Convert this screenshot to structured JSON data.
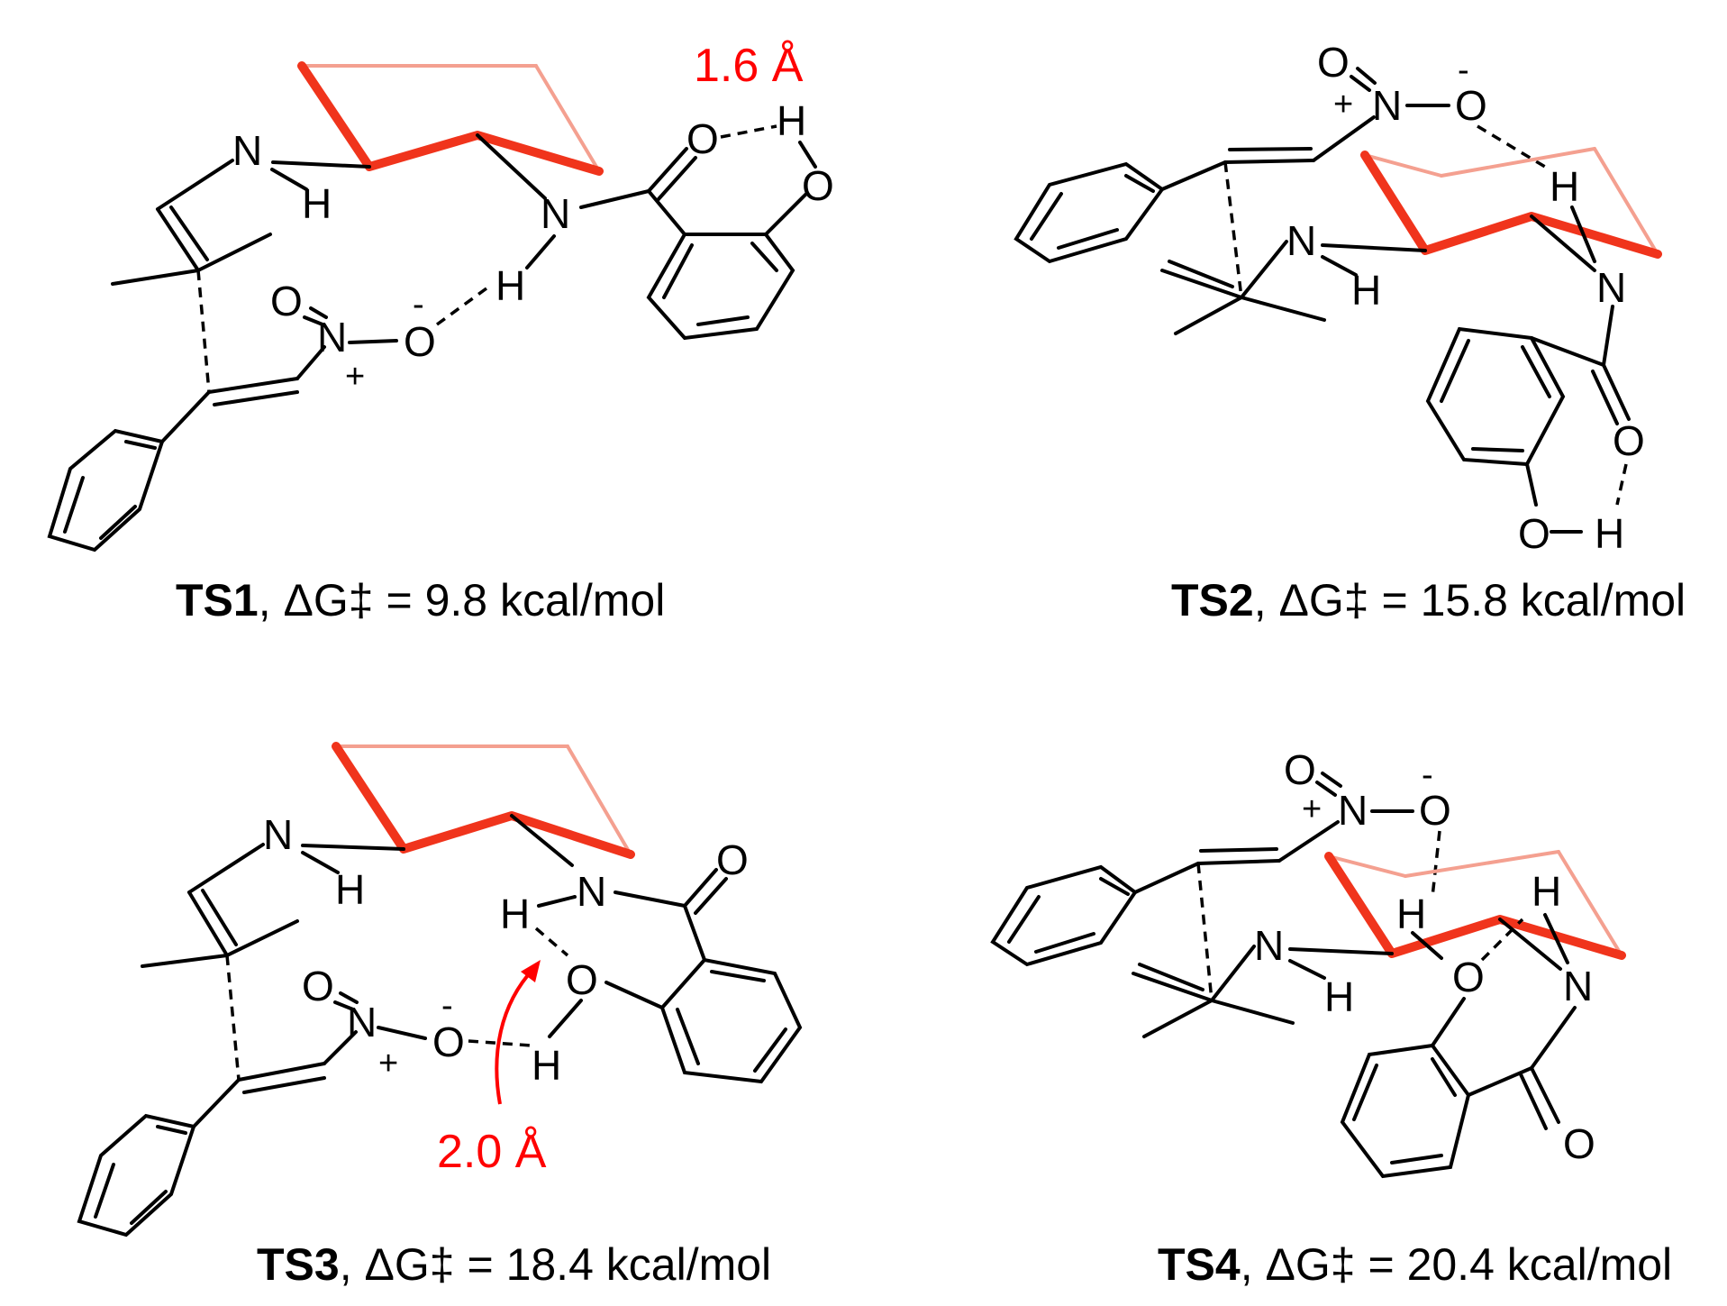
{
  "atoms": {
    "nitrogen": "N",
    "hydrogen": "H",
    "oxygen": "O",
    "plus": "+",
    "minus": "-"
  },
  "structures": [
    {
      "id": "TS1",
      "label": "TS1",
      "energy_text": ", ΔG‡ = 9.8 kcal/mol",
      "annotation": "1.6 Å"
    },
    {
      "id": "TS2",
      "label": "TS2",
      "energy_text": ", ΔG‡ = 15.8 kcal/mol"
    },
    {
      "id": "TS3",
      "label": "TS3",
      "energy_text": ", ΔG‡ = 18.4 kcal/mol",
      "annotation": "2.0 Å"
    },
    {
      "id": "TS4",
      "label": "TS4",
      "energy_text": ", ΔG‡ = 20.4 kcal/mol"
    }
  ],
  "colors": {
    "ring_front": "#f0341c",
    "ring_back": "#f4a090",
    "annotation": "#ff0000",
    "bond": "#000000"
  }
}
